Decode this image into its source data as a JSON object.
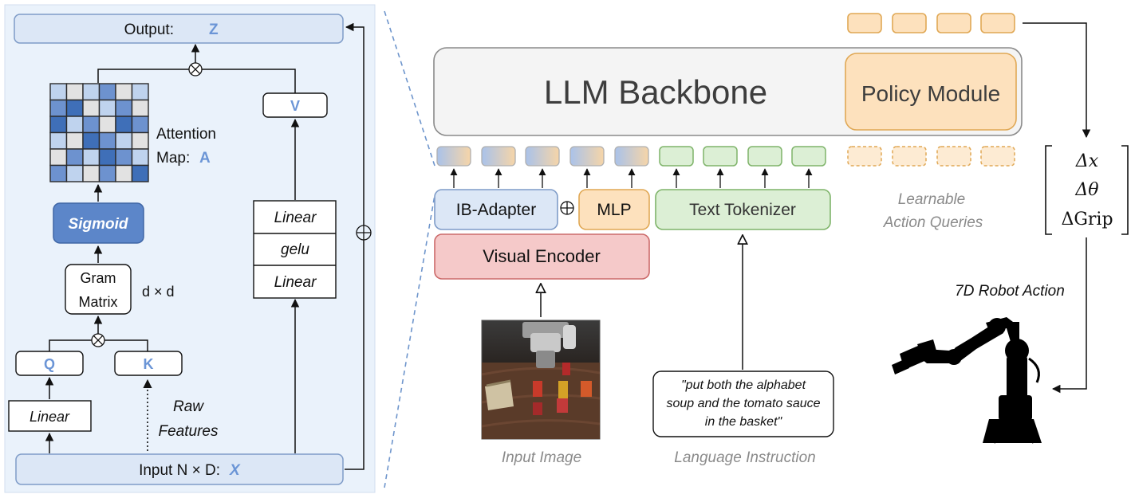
{
  "left_panel": {
    "output_label": "Output:",
    "output_var": "Z",
    "v_label": "V",
    "attention_label_1": "Attention",
    "attention_label_2": "Map:",
    "attention_var": "A",
    "sigmoid_label": "Sigmoid",
    "gram_label_1": "Gram",
    "gram_label_2": "Matrix",
    "dxd_label": "d × d",
    "mlp_layers": [
      "Linear",
      "gelu",
      "Linear"
    ],
    "q_label": "Q",
    "k_label": "K",
    "linear_label": "Linear",
    "raw_label_1": "Raw",
    "raw_label_2": "Features",
    "input_label": "Input N × D:",
    "input_var": "X",
    "multiply_symbol": "⊗",
    "add_symbol": "⊕",
    "attention_grid": [
      [
        0,
        2,
        0,
        1,
        2,
        0
      ],
      [
        1,
        3,
        2,
        0,
        1,
        2
      ],
      [
        3,
        0,
        1,
        2,
        3,
        1
      ],
      [
        0,
        2,
        3,
        1,
        0,
        2
      ],
      [
        2,
        1,
        0,
        3,
        1,
        0
      ],
      [
        1,
        0,
        2,
        1,
        2,
        3
      ]
    ],
    "grid_colors": [
      "#bfd3ee",
      "#6d92cf",
      "#e2e2e2",
      "#3f6fb8"
    ]
  },
  "right_panel": {
    "llm_label": "LLM Backbone",
    "policy_label": "Policy Module",
    "ib_adapter_label": "IB-Adapter",
    "mlp_label": "MLP",
    "text_tokenizer_label": "Text Tokenizer",
    "visual_encoder_label": "Visual Encoder",
    "learnable_1": "Learnable",
    "learnable_2": "Action Queries",
    "input_image_caption": "Input Image",
    "instruction_lines": [
      "\"put both the alphabet",
      "soup and the tomato sauce",
      "in the basket\""
    ],
    "language_caption": "Language Instruction",
    "action_vector": [
      "Δx",
      "Δθ",
      "ΔGrip"
    ],
    "robot_caption": "7D Robot Action",
    "add_symbol": "⊕"
  },
  "colors": {
    "panel_bg": "#eaf2fb",
    "box_blue": "#dce7f6",
    "box_blue_border": "#7f9cc8",
    "accent_blue": "#6b95d6",
    "sigmoid_fill": "#5c86c9",
    "llm_fill": "#f4f4f4",
    "policy_fill": "#fde1bd",
    "orange_border": "#e0a855",
    "visual_enc_fill": "#f5c9c9",
    "visual_enc_border": "#cc6a6a",
    "text_tok_fill": "#dcefd5",
    "text_tok_border": "#7fb46a",
    "dashed_line": "#6e95cc"
  }
}
